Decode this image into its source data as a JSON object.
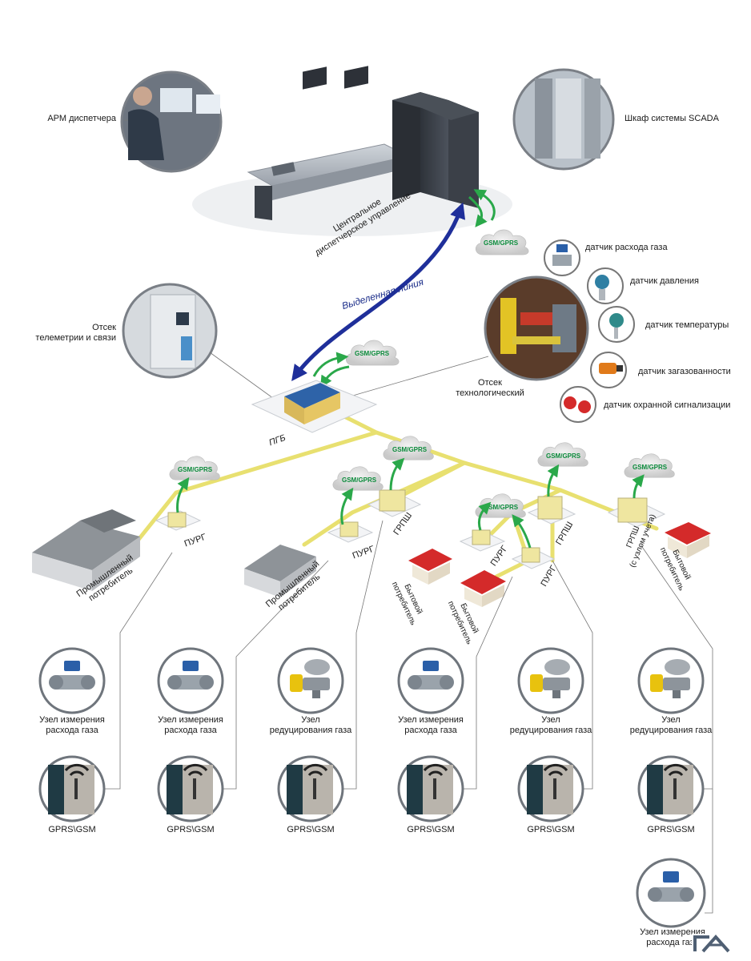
{
  "top": {
    "arm_label": "АРМ диспетчера",
    "scada_label": "Шкаф системы SCADA",
    "center_line1": "Центральное",
    "center_line2": "диспетчерское управление",
    "dedicated_line": "Выделенная линия",
    "gsm_cloud": "GSM/GPRS"
  },
  "middle": {
    "telemetry_line1": "Отсек",
    "telemetry_line2": "телеметрии и связи",
    "tech_line1": "Отсек",
    "tech_line2": "технологический",
    "pgb": "ПГБ",
    "sensors": [
      {
        "label": "датчик расхода газа"
      },
      {
        "label": "датчик давления"
      },
      {
        "label": "датчик температуры"
      },
      {
        "label": "датчик загазованности"
      },
      {
        "label": "датчик охранной сигнализации"
      }
    ]
  },
  "network": {
    "cloud_label": "GSM/GPRS",
    "purg1": "ПУРГ",
    "purg2": "ПУРГ",
    "purg3": "ПУРГ",
    "purg4": "ПУРГ",
    "grpsh1": "ГРПШ",
    "grpsh2": "ГРПШ",
    "grpsh3_line1": "ГРПШ",
    "grpsh3_line2": "(с узлом учета)",
    "ind1_line1": "Промышленный",
    "ind1_line2": "потребитель",
    "ind2_line1": "Промышленный",
    "ind2_line2": "потребитель",
    "home1_line1": "Бытовой",
    "home1_line2": "потребитель",
    "home2_line1": "Бытовой",
    "home2_line2": "потребитель",
    "home3_line1": "Бытовой",
    "home3_line2": "потребитель"
  },
  "bottom": {
    "columns": [
      {
        "top_line1": "Узел измерения",
        "top_line2": "расхода газа",
        "top_kind": "meter",
        "bottom": "GPRS\\GSM"
      },
      {
        "top_line1": "Узел измерения",
        "top_line2": "расхода газа",
        "top_kind": "meter",
        "bottom": "GPRS\\GSM"
      },
      {
        "top_line1": "Узел",
        "top_line2": "редуцирования газа",
        "top_kind": "regulator",
        "bottom": "GPRS\\GSM"
      },
      {
        "top_line1": "Узел измерения",
        "top_line2": "расхода газа",
        "top_kind": "meter",
        "bottom": "GPRS\\GSM"
      },
      {
        "top_line1": "Узел",
        "top_line2": "редуцирования газа",
        "top_kind": "regulator",
        "bottom": "GPRS\\GSM"
      },
      {
        "top_line1": "Узел",
        "top_line2": "редуцирования газа",
        "top_kind": "regulator",
        "bottom": "GPRS\\GSM"
      }
    ],
    "extra_line1": "Узел измерения",
    "extra_line2": "расхода газа"
  },
  "colors": {
    "pipe": "#e8e070",
    "green_arrow": "#2aa84a",
    "blue_arrow": "#1f2f9a",
    "roof_red": "#d42a2a",
    "cabinet": "#3a3f47"
  }
}
